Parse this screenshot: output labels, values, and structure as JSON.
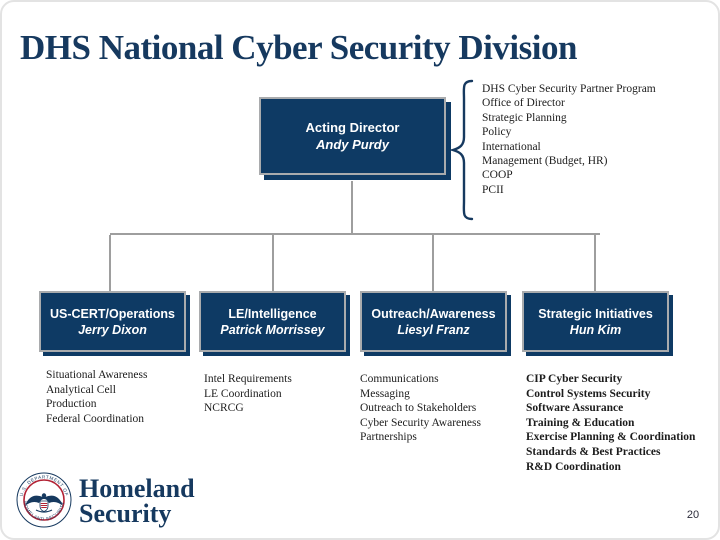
{
  "slide": {
    "title": "DHS National Cyber Security Division",
    "page_number": "20"
  },
  "director_box": {
    "title": "Acting Director",
    "name": "Andy Purdy"
  },
  "office_list": {
    "items": [
      "DHS Cyber Security Partner Program",
      "Office of Director",
      "Strategic Planning",
      "Policy",
      "International",
      "Management (Budget, HR)",
      "COOP",
      "PCII"
    ]
  },
  "departments": [
    {
      "title": "US-CERT/Operations",
      "name": "Jerry Dixon",
      "items": [
        "Situational Awareness",
        "Analytical Cell",
        "Production",
        "Federal Coordination"
      ]
    },
    {
      "title": "LE/Intelligence",
      "name": "Patrick Morrissey",
      "items": [
        "Intel Requirements",
        "LE Coordination",
        "NCRCG"
      ]
    },
    {
      "title": "Outreach/Awareness",
      "name": "Liesyl Franz",
      "items": [
        "Communications",
        "Messaging",
        "Outreach to Stakeholders",
        "Cyber Security Awareness",
        "Partnerships"
      ]
    },
    {
      "title": "Strategic Initiatives",
      "name": "Hun Kim",
      "items": [
        "CIP Cyber Security",
        "Control Systems Security",
        "Software Assurance",
        "Training & Education",
        "Exercise Planning & Coordination",
        "Standards & Best Practices",
        "R&D Coordination"
      ]
    }
  ],
  "logo": {
    "line1": "Homeland",
    "line2": "Security",
    "seal_text_top": "U.S. DEPARTMENT OF",
    "seal_text_bottom": "HOMELAND SECURITY"
  },
  "colors": {
    "navy_box": "#0e3a64",
    "navy_text": "#16395f",
    "silver_border": "#a9abad",
    "connector_gray": "#9e9e9e",
    "body_text": "#1c1c1c",
    "seal_red": "#b22234"
  }
}
